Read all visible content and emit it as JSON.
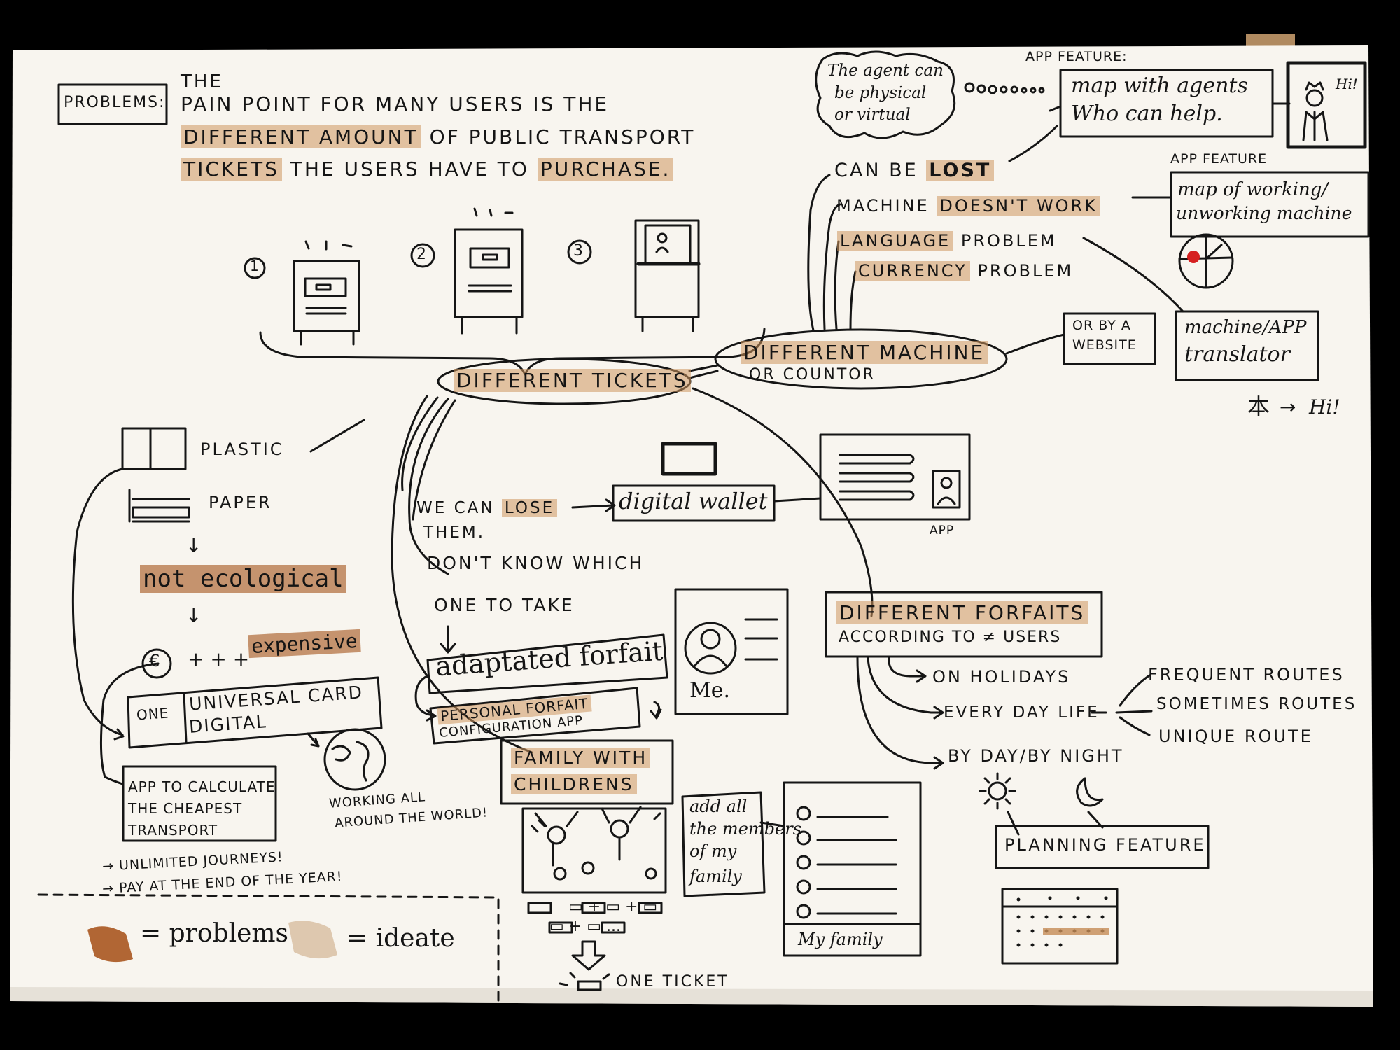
{
  "colors": {
    "paper": "#f8f5ef",
    "ink": "#151515",
    "highlight_problem": "#a8571f",
    "highlight_ideate": "#c9a27a",
    "red_dot": "#d62020"
  },
  "problems_label": "PROBLEMS:",
  "intro": {
    "line1": "THE",
    "line2": "PAIN POINT FOR MANY USERS IS THE",
    "line3a": "DIFFERENT AMOUNT",
    "line3b": "OF PUBLIC TRANSPORT",
    "line4a": "TICKETS",
    "line4b": "THE USERS HAVE TO",
    "line4c": "PURCHASE."
  },
  "machine_numbers": [
    "1",
    "2",
    "3"
  ],
  "different_tickets": "DIFFERENT TICKETS",
  "different_machine": {
    "line1": "DIFFERENT MACHINE",
    "line2": "OR COUNTOR"
  },
  "agent_cloud": {
    "line1": "The agent can",
    "line2": "be physical",
    "line3": "or virtual"
  },
  "app_feature_1": {
    "label": "APP FEATURE:",
    "line1": "map with agents",
    "line2": "Who can help."
  },
  "hi_label": "Hi!",
  "machine_problems": {
    "lost_prefix": "CAN BE",
    "lost_word": "LOST",
    "doesnt_prefix": "MACHINE",
    "doesnt_word": "DOESN'T WORK",
    "language_word": "LANGUAGE",
    "language_suffix": "PROBLEM",
    "currency_word": "CURRENCY",
    "currency_suffix": "PROBLEM"
  },
  "app_feature_2": {
    "label": "APP FEATURE",
    "line1": "map of working/",
    "line2": "unworking machine"
  },
  "website": {
    "line1": "OR BY A",
    "line2": "WEBSITE"
  },
  "translator": {
    "line1": "machine/APP",
    "line2": "translator"
  },
  "translate_glyph": "本",
  "translate_arrow": "→",
  "translate_hi": "Hi!",
  "materials": {
    "plastic": "PLASTIC",
    "paper": "PAPER"
  },
  "not_ecological": "not ecological",
  "euro_symbol": "€",
  "expensive_prefix": "+ + +",
  "expensive_word": "expensive",
  "down_arrow": "↓",
  "universal_card": {
    "left": "ONE",
    "line1": "UNIVERSAL CARD",
    "line2": "DIGITAL"
  },
  "working_world": {
    "line1": "WORKING ALL",
    "line2": "AROUND THE WORLD!"
  },
  "cheapest_app": {
    "line1": "APP TO CALCULATE",
    "line2": "THE CHEAPEST",
    "line3": "TRANSPORT"
  },
  "bullets": [
    "→ UNLIMITED JOURNEYS!",
    "→ PAY AT THE END OF THE YEAR!"
  ],
  "lose": {
    "prefix": "WE CAN",
    "word": "LOSE",
    "line2": "THEM.",
    "arrow": "——→"
  },
  "digital_wallet": "digital wallet",
  "app_label": "APP",
  "dont_know": {
    "line1": "DON'T KNOW WHICH",
    "line2": "ONE TO TAKE"
  },
  "adaptated_forfait": "adaptated forfait",
  "personal_config": {
    "line1": "PERSONAL FORFAIT",
    "line2": "CONFIGURATION APP"
  },
  "me_label": "Me.",
  "family_with_childrens": {
    "line1": "FAMILY WITH",
    "line2": "CHILDRENS"
  },
  "add_members": {
    "line1": "add all",
    "line2": "the members",
    "line3": "of my",
    "line4": "family"
  },
  "my_family": "My family",
  "one_ticket": "ONE TICKET",
  "tickets_math": {
    "row1": "▭ + ▭ + ▭",
    "row2": "▭ + ▭ ..."
  },
  "different_forfaits": {
    "line1": "DIFFERENT FORFAITS",
    "line2": "ACCORDING TO ≠ USERS"
  },
  "forfait_branches": [
    "ON HOLIDAYS",
    "EVERY DAY LIFE",
    "BY DAY/BY NIGHT"
  ],
  "routes": [
    "FREQUENT ROUTES",
    "SOMETIMES ROUTES",
    "UNIQUE ROUTE"
  ],
  "planning_feature": "PLANNING FEATURE",
  "legend": {
    "problems": "= problems",
    "ideate": "= ideate"
  }
}
